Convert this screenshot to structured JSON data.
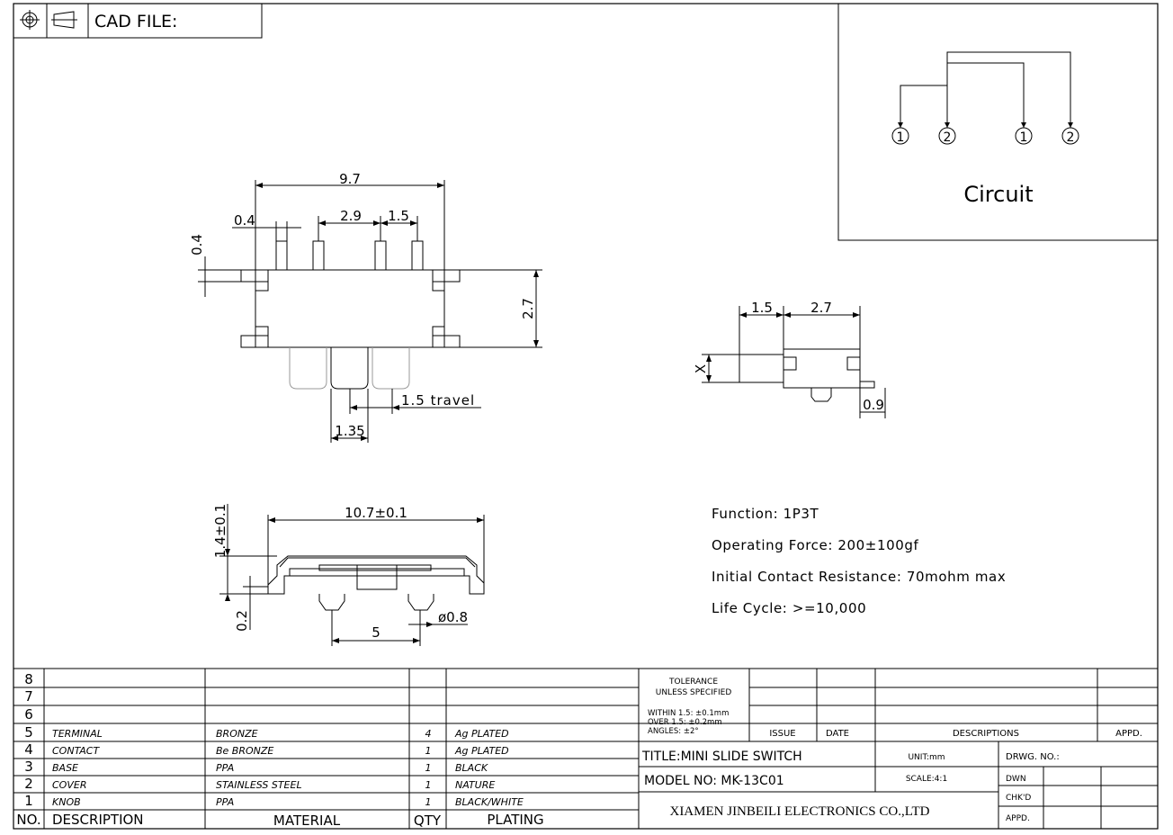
{
  "header": {
    "cad_label": "CAD FILE:",
    "symbols": [
      "target-symbol",
      "projection-symbol"
    ]
  },
  "circuit": {
    "pins": [
      "1",
      "2",
      "1",
      "2"
    ],
    "caption": "Circuit"
  },
  "top_view": {
    "dim_width": "9.7",
    "dim_pin_width": "0.4",
    "dim_pin_spacing": "2.9",
    "dim_pitch": "1.5",
    "dim_pin_height": "0.4",
    "dim_body_height": "2.7",
    "dim_travel": "1.5 travel",
    "dim_knob": "1.35"
  },
  "side_view": {
    "dim_knob_len": "1.5",
    "dim_body": "2.7",
    "dim_x": "X",
    "dim_tab": "0.9"
  },
  "front_view": {
    "dim_length": "10.7±0.1",
    "dim_height": "1.4±0.1",
    "dim_base": "0.2",
    "dim_post_pitch": "5",
    "dim_post_dia": "ø0.8"
  },
  "specs": [
    "Function:  1P3T",
    "Operating Force:  200±100gf",
    "Initial  Contact  Resistance:  70mohm  max",
    "Life  Cycle:  >=10,000"
  ],
  "bom": {
    "rows": [
      {
        "no": "8",
        "desc": "",
        "material": "",
        "qty": "",
        "plating": ""
      },
      {
        "no": "7",
        "desc": "",
        "material": "",
        "qty": "",
        "plating": ""
      },
      {
        "no": "6",
        "desc": "",
        "material": "",
        "qty": "",
        "plating": ""
      },
      {
        "no": "5",
        "desc": "TERMINAL",
        "material": "BRONZE",
        "qty": "4",
        "plating": "Ag PLATED"
      },
      {
        "no": "4",
        "desc": "CONTACT",
        "material": "Be BRONZE",
        "qty": "1",
        "plating": "Ag PLATED"
      },
      {
        "no": "3",
        "desc": "BASE",
        "material": "PPA",
        "qty": "1",
        "plating": "BLACK"
      },
      {
        "no": "2",
        "desc": "COVER",
        "material": "STAINLESS STEEL",
        "qty": "1",
        "plating": "NATURE"
      },
      {
        "no": "1",
        "desc": "KNOB",
        "material": "PPA",
        "qty": "1",
        "plating": "BLACK/WHITE"
      }
    ],
    "header": {
      "no": "NO.",
      "desc": "DESCRIPTION",
      "material": "MATERIAL",
      "qty": "QTY",
      "plating": "PLATING"
    }
  },
  "title_block": {
    "tolerance_title": [
      "TOLERANCE",
      "UNLESS SPECIFIED"
    ],
    "tolerance_values": [
      "WITHIN 1.5: ±0.1mm",
      "OVER 1.5:  ±0.2mm",
      "ANGLES: ±2°"
    ],
    "issue": "ISSUE",
    "date": "DATE",
    "descriptions": "DESCRIPTIONS",
    "appd": "APPD.",
    "title": "TITLE:MINI SLIDE SWITCH",
    "unit": "UNIT:mm",
    "drwg_no": "DRWG. NO.:",
    "model": "MODEL NO: MK-13C01",
    "scale": "SCALE:4:1",
    "dwn": "DWN",
    "chkd": "CHK'D",
    "appd2": "APPD.",
    "company": "XIAMEN JINBEILI ELECTRONICS CO.,LTD"
  }
}
